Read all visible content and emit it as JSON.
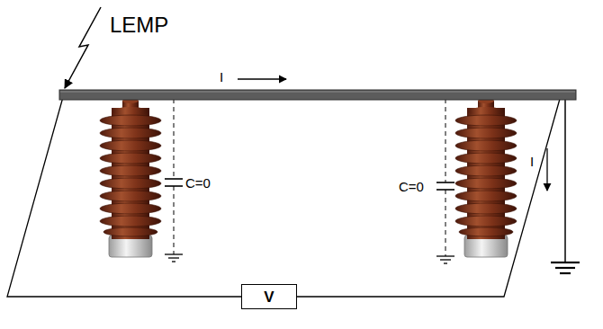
{
  "diagram": {
    "nodes": [
      {
        "text": [
          "V"
        ]
      }
    ],
    "edges": [],
    "labels": [
      "LEMP",
      "I",
      "C=0",
      "C=0",
      "I"
    ]
  }
}
